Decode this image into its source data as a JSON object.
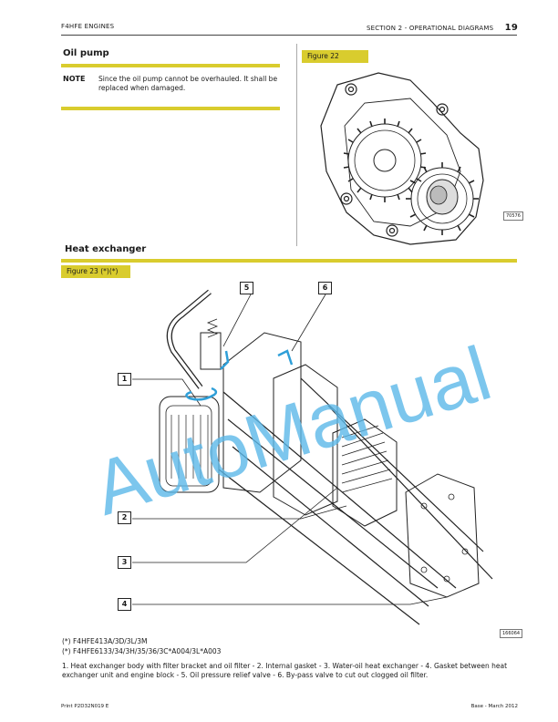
{
  "header": {
    "left": "F4HFE ENGINES",
    "right": "SECTION 2 - OPERATIONAL DIAGRAMS",
    "page": "19"
  },
  "oil_pump": {
    "title": "Oil pump",
    "note_label": "NOTE",
    "note_text": "Since the oil pump cannot be overhauled. It shall be replaced when damaged."
  },
  "figure22": {
    "label": "Figure 22",
    "code": "70576"
  },
  "heat_exchanger": {
    "title": "Heat exchanger"
  },
  "figure23": {
    "label": "Figure 23 (*)(*)",
    "code": "166064",
    "refs": [
      "1",
      "2",
      "3",
      "4",
      "5",
      "6"
    ],
    "variants": [
      "(*)  F4HFE413A/3D/3L/3M",
      "(*)  F4HFE6133/34/3H/35/36/3C*A004/3L*A003"
    ],
    "caption": "1. Heat exchanger body with filter bracket and oil filter - 2. Internal gasket - 3. Water-oil heat exchanger - 4. Gasket between heat exchanger unit and engine block - 5. Oil pressure relief valve - 6. By-pass valve to cut out clogged oil filter."
  },
  "watermark": "AutoManual",
  "footer": {
    "left": "Print P2D32N019 E",
    "right": "Base - March 2012"
  },
  "colors": {
    "accent_bar": "#d9cc2e",
    "watermark": "#5bb8e8",
    "highlight": "#2f9fd8"
  }
}
